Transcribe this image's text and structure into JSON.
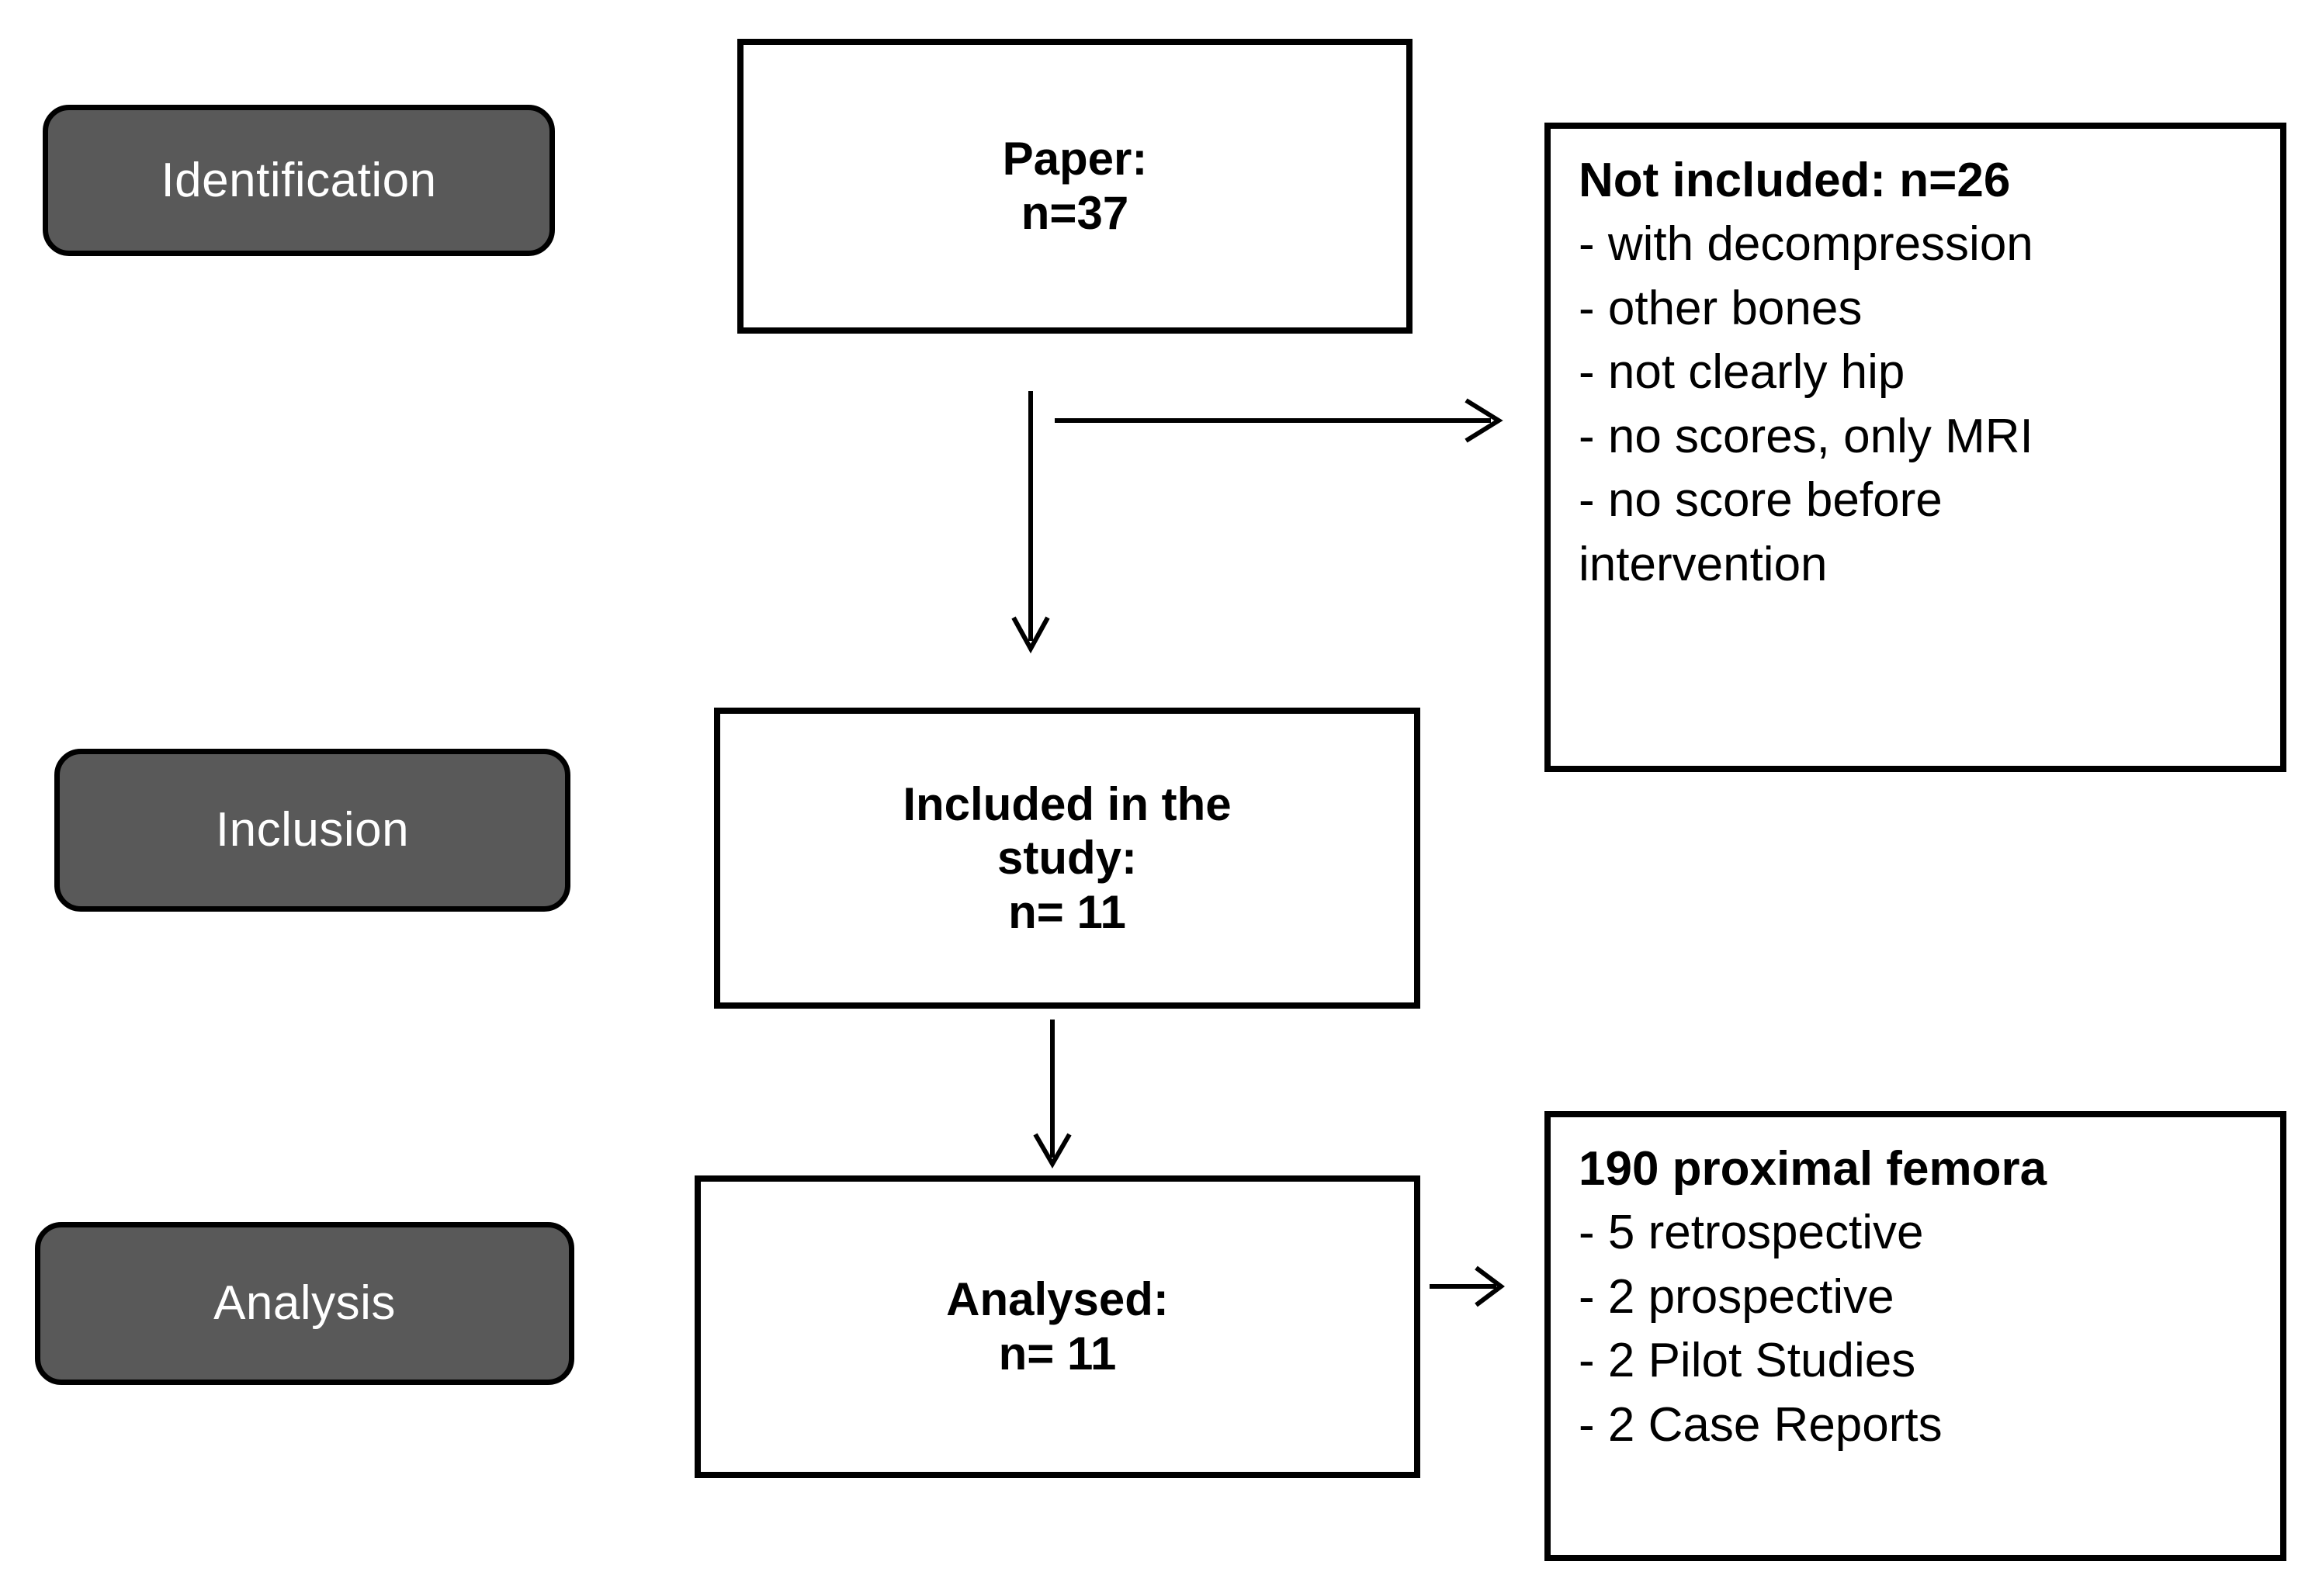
{
  "diagram": {
    "type": "prisma-flow-diagram",
    "stages": [
      {
        "id": "identification",
        "label": "Identification"
      },
      {
        "id": "inclusion",
        "label": "Inclusion"
      },
      {
        "id": "analysis",
        "label": "Analysis"
      }
    ],
    "boxes": {
      "paper": {
        "lines": [
          {
            "text": "Paper:",
            "bold": true
          },
          {
            "text": "n=37",
            "bold": true
          }
        ]
      },
      "included": {
        "lines": [
          {
            "text": "Included in the",
            "bold": true
          },
          {
            "text": "study:",
            "bold": true
          },
          {
            "text": "n= 11",
            "bold": true
          }
        ]
      },
      "analysed": {
        "lines": [
          {
            "text": "Analysed:",
            "bold": true
          },
          {
            "text": "n= 11",
            "bold": true
          }
        ]
      },
      "excluded": {
        "heading": "Not included: n=26",
        "items": [
          "- with decompression",
          "- other bones",
          "- not clearly hip",
          "- no scores, only MRI",
          "- no score before",
          "intervention"
        ]
      },
      "femora": {
        "heading": "190 proximal femora",
        "items": [
          "- 5 retrospective",
          "- 2 prospective",
          "- 2 Pilot Studies",
          "- 2 Case Reports"
        ]
      }
    },
    "connectors": [
      {
        "id": "paper-to-included",
        "direction": "down"
      },
      {
        "id": "paper-to-excluded",
        "direction": "right"
      },
      {
        "id": "included-to-analysed",
        "direction": "down"
      },
      {
        "id": "analysed-to-femora",
        "direction": "right"
      }
    ],
    "colors": {
      "stage_fill": "#595959",
      "stage_text": "#FFFFFF",
      "box_fill": "#FFFFFF",
      "stroke": "#000000",
      "page_background": "#FFFFFF"
    }
  }
}
